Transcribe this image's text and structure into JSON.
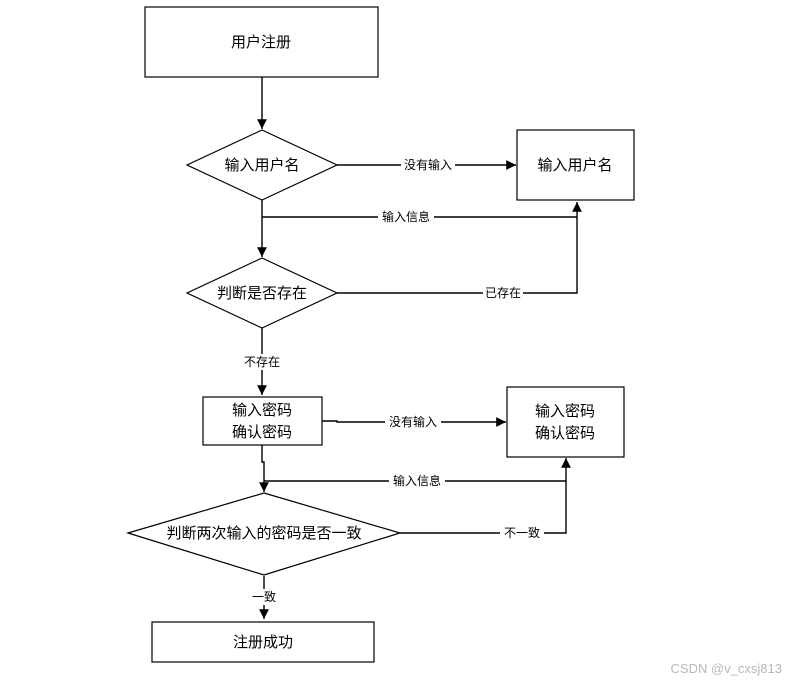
{
  "nodes": {
    "register": "用户注册",
    "input_username": "输入用户名",
    "input_username_box": "输入用户名",
    "check_exists": "判断是否存在",
    "input_password": [
      "输入密码",
      "确认密码"
    ],
    "input_password_box": [
      "输入密码",
      "确认密码"
    ],
    "check_match": "判断两次输入的密码是否一致",
    "success": "注册成功"
  },
  "edges": {
    "no_input_1": "没有输入",
    "info_1": "输入信息",
    "exists": "已存在",
    "not_exists": "不存在",
    "no_input_2": "没有输入",
    "info_2": "输入信息",
    "mismatch": "不一致",
    "match": "一致"
  },
  "watermark": "CSDN @v_cxsj813"
}
